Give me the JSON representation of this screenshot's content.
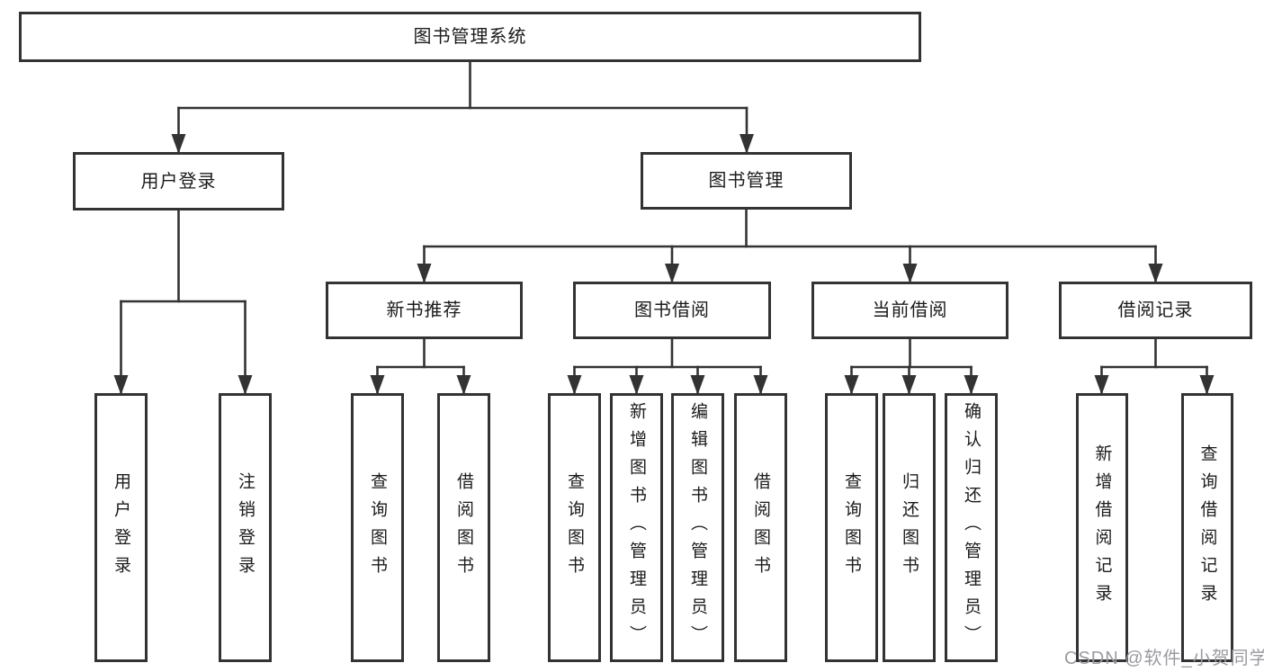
{
  "diagram": {
    "title": "图书管理系统",
    "type": "hierarchy-tree"
  },
  "tree": {
    "label": "图书管理系统",
    "children": [
      {
        "label": "用户登录",
        "children": [
          {
            "label": "用户登录"
          },
          {
            "label": "注销登录"
          }
        ]
      },
      {
        "label": "图书管理",
        "children": [
          {
            "label": "新书推荐",
            "children": [
              {
                "label": "查询图书"
              },
              {
                "label": "借阅图书"
              }
            ]
          },
          {
            "label": "图书借阅",
            "children": [
              {
                "label": "查询图书"
              },
              {
                "label": "新增图书（管理员）"
              },
              {
                "label": "编辑图书（管理员）"
              },
              {
                "label": "借阅图书"
              }
            ]
          },
          {
            "label": "当前借阅",
            "children": [
              {
                "label": "查询图书"
              },
              {
                "label": "归还图书"
              },
              {
                "label": "确认归还（管理员）"
              }
            ]
          },
          {
            "label": "借阅记录",
            "children": [
              {
                "label": "新增借阅记录"
              },
              {
                "label": "查询借阅记录"
              }
            ]
          }
        ]
      }
    ]
  },
  "watermark": {
    "text": "CSDN @软件_小贺同学",
    "color": "#9a9aa2"
  },
  "colors": {
    "background": "#ffffff",
    "line": "#333333",
    "box_border": "#333333",
    "box_fill": "#ffffff",
    "text": "#1b1b1b"
  }
}
